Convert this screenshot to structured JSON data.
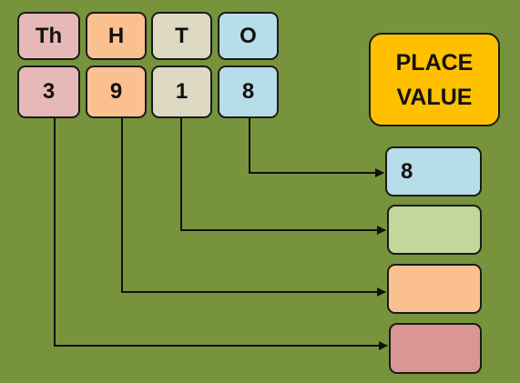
{
  "columns": [
    {
      "header": "Th",
      "digit": "3",
      "color": "#e6b9b8"
    },
    {
      "header": "H",
      "digit": "9",
      "color": "#fac090"
    },
    {
      "header": "T",
      "digit": "1",
      "color": "#ddd9c3"
    },
    {
      "header": "O",
      "digit": "8",
      "color": "#b7dde8"
    }
  ],
  "title": {
    "line1": "PLACE",
    "line2": "VALUE",
    "color": "#ffc000"
  },
  "answers": [
    {
      "value": "8",
      "color": "#b7dde8"
    },
    {
      "value": "",
      "color": "#c3d69b"
    },
    {
      "value": "",
      "color": "#fac090"
    },
    {
      "value": "",
      "color": "#d99694"
    }
  ],
  "background": "#77933c"
}
